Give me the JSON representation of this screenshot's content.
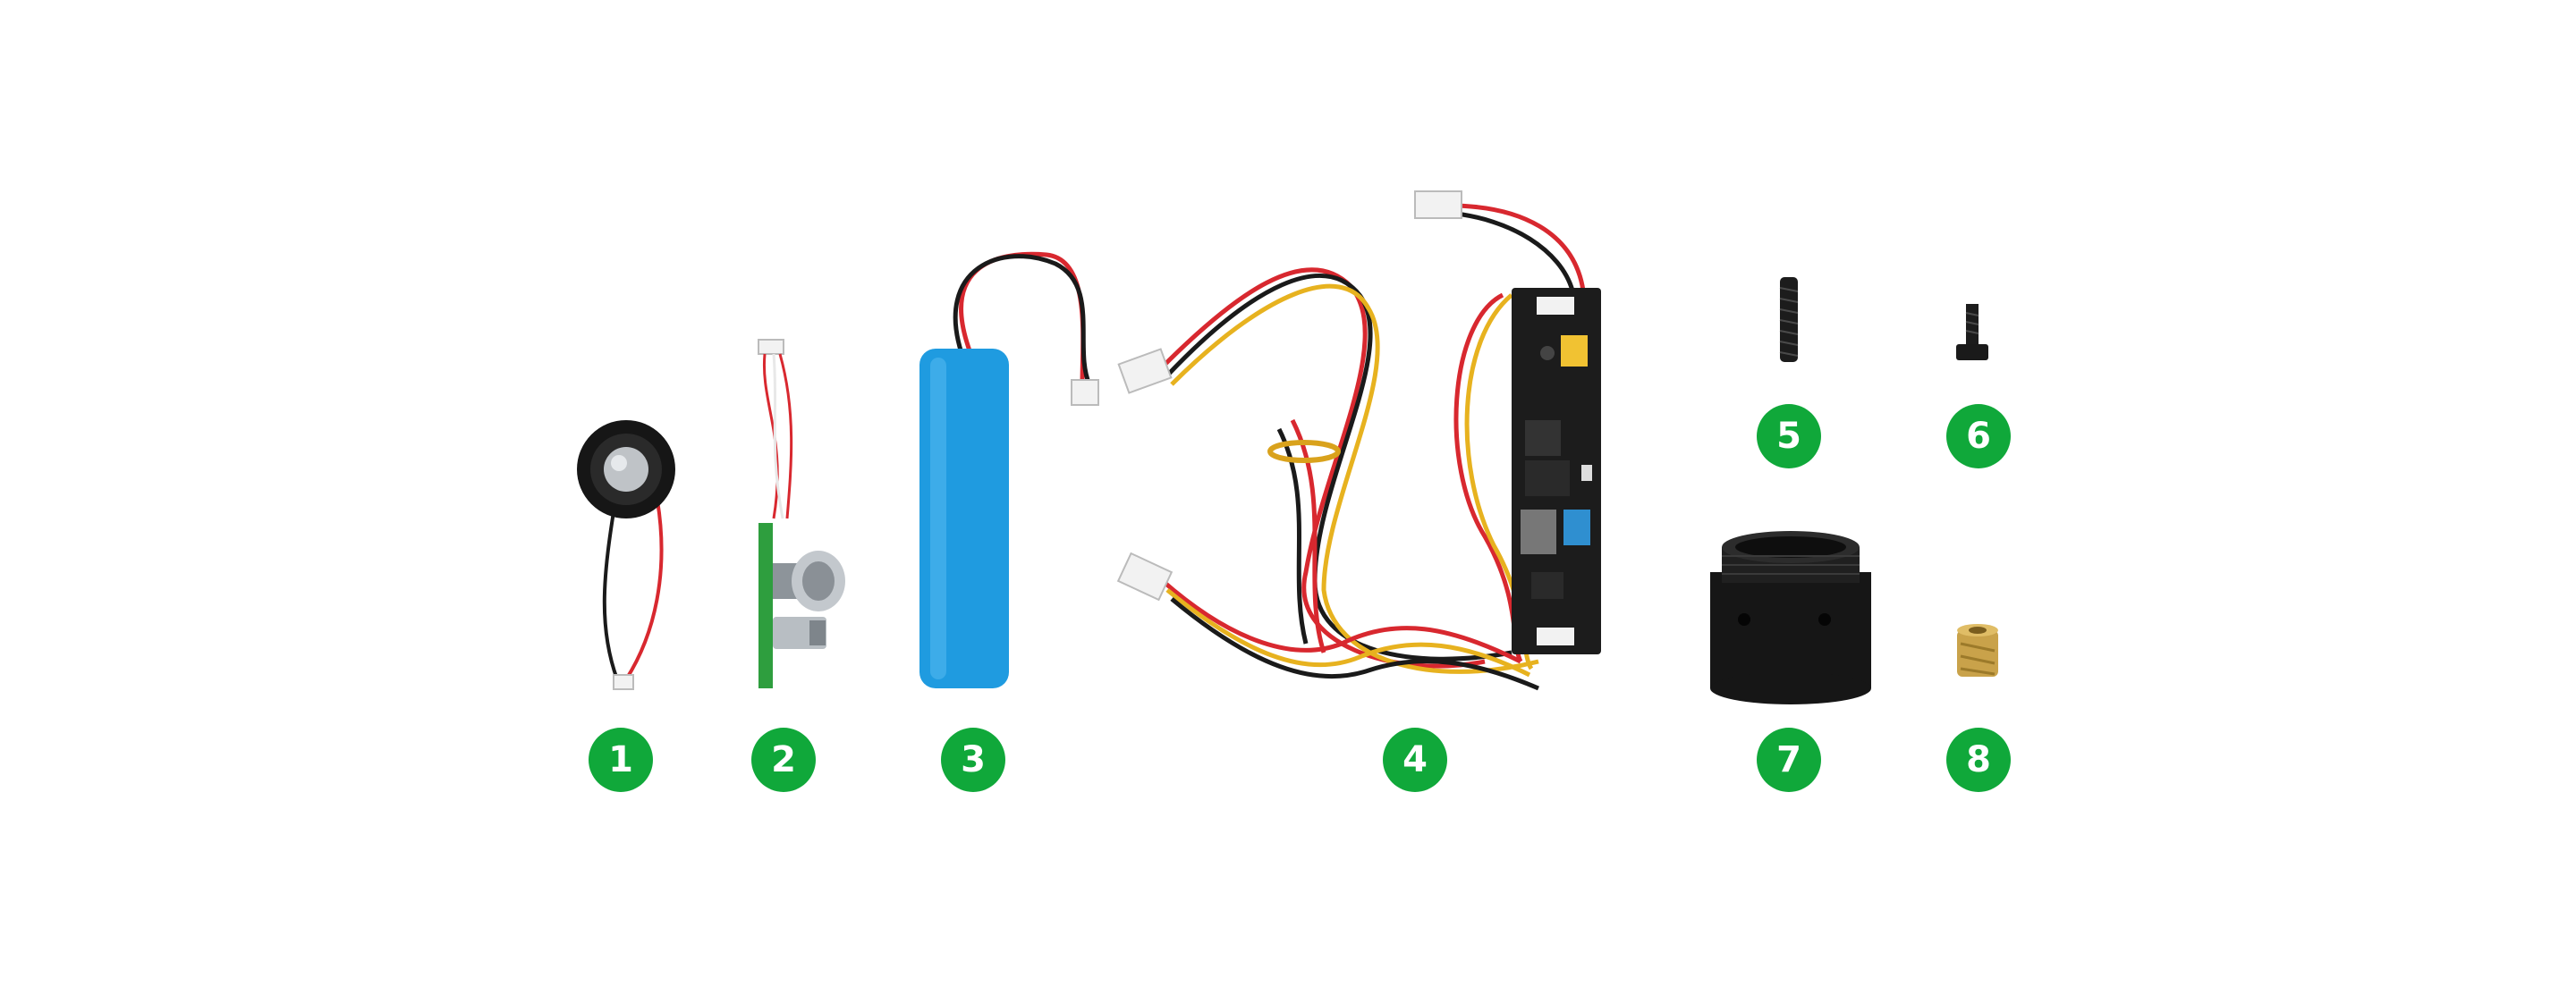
{
  "colors": {
    "background": "#ffffff",
    "badge": "#10a83a",
    "badge_text": "#ffffff",
    "battery": "#1f9be0",
    "pcb_board": "#1c1c1c",
    "wire_red": "#d8282f",
    "wire_black": "#1a1a1a",
    "wire_yellow": "#e7b21f",
    "connector": "#f2f2f2",
    "brass": "#c9a24a",
    "metal": "#9aa0a6"
  },
  "items": [
    {
      "number": "1",
      "icon": "speaker-icon"
    },
    {
      "number": "2",
      "icon": "button-switch-board-icon"
    },
    {
      "number": "3",
      "icon": "battery-icon"
    },
    {
      "number": "4",
      "icon": "control-board-with-cables-icon"
    },
    {
      "number": "5",
      "icon": "set-screw-icon"
    },
    {
      "number": "6",
      "icon": "hex-screw-icon"
    },
    {
      "number": "7",
      "icon": "threaded-ring-icon"
    },
    {
      "number": "8",
      "icon": "brass-insert-nut-icon"
    }
  ]
}
